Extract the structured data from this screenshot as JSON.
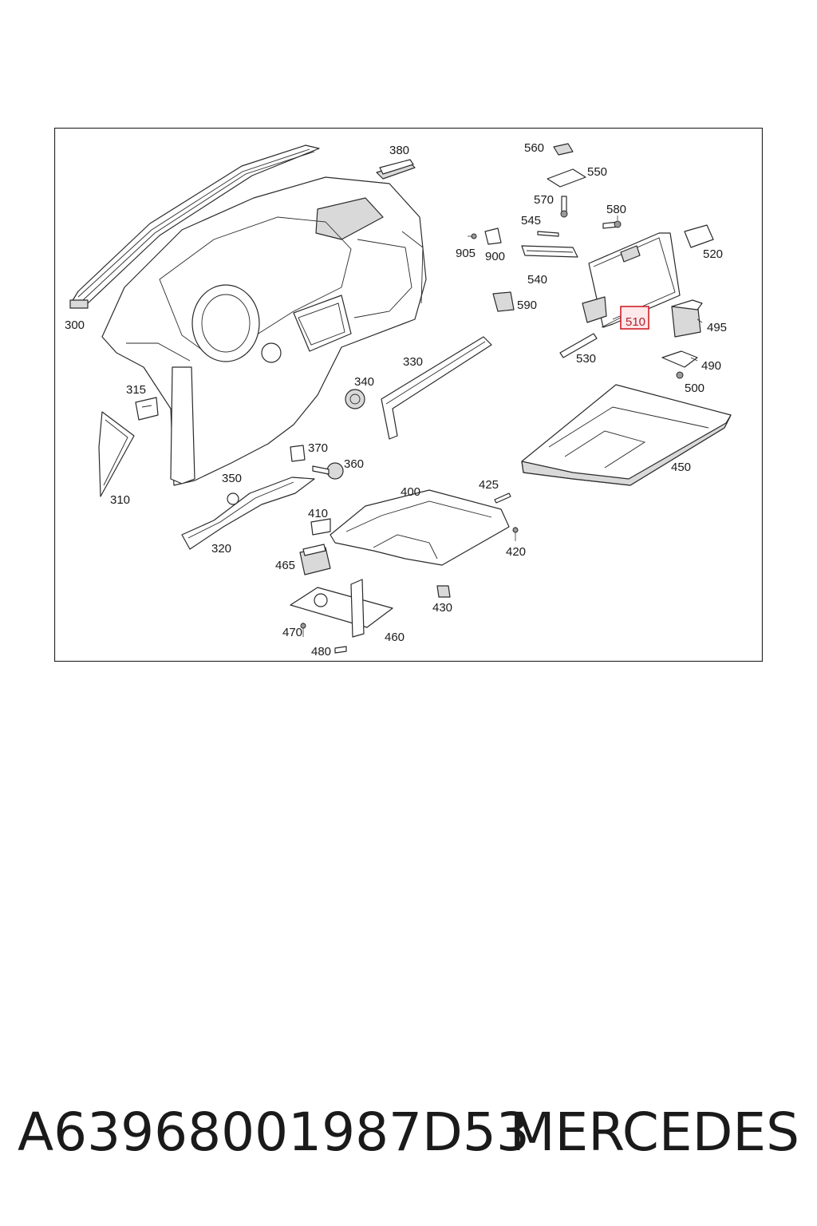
{
  "diagram": {
    "highlighted_part": "510",
    "highlight_color": "#d0202a",
    "callouts": [
      "300",
      "310",
      "315",
      "320",
      "330",
      "340",
      "350",
      "360",
      "370",
      "380",
      "400",
      "410",
      "420",
      "425",
      "430",
      "450",
      "460",
      "465",
      "470",
      "480",
      "490",
      "495",
      "500",
      "510",
      "520",
      "530",
      "540",
      "545",
      "550",
      "560",
      "570",
      "580",
      "590",
      "900",
      "905"
    ]
  },
  "footer": {
    "part_number": "A63968001987D53",
    "brand": "MERCEDES"
  }
}
